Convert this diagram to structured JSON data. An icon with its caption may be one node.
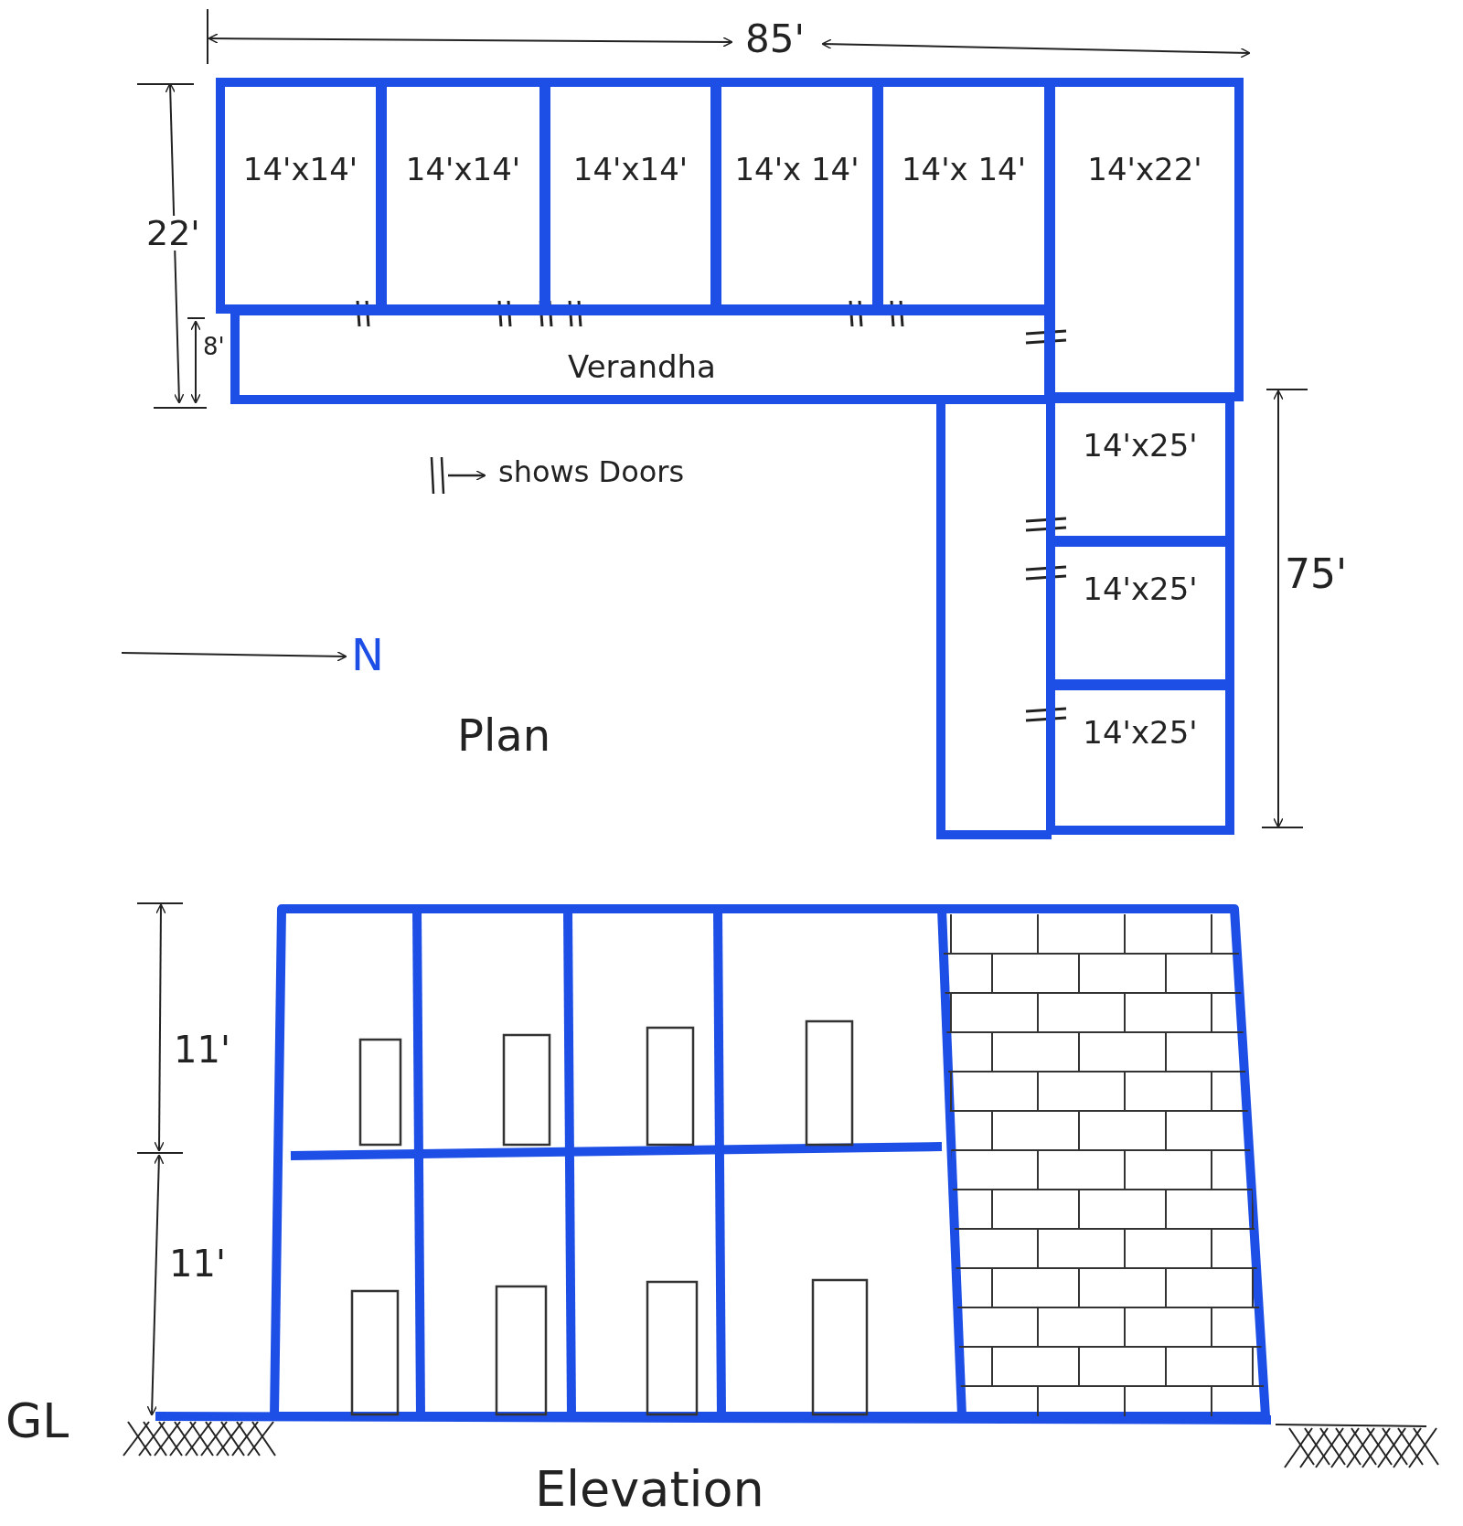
{
  "diagram": {
    "nodes": [
      {
        "text": [
          "14'x14'"
        ]
      },
      {
        "text": [
          "14'x14'"
        ]
      },
      {
        "text": [
          "14'x14'"
        ]
      },
      {
        "text": [
          "14'x 14'"
        ]
      },
      {
        "text": [
          "14'x 14'"
        ]
      },
      {
        "text": [
          "14'x22'"
        ]
      },
      {
        "text": [
          "Verandha"
        ]
      },
      {
        "text": [
          "14'x25'"
        ]
      },
      {
        "text": [
          "14'x25'"
        ]
      },
      {
        "text": [
          "14'x25'"
        ]
      }
    ],
    "edges": [],
    "labels": [
      "85'",
      "22'",
      "8'",
      "75'",
      "N",
      "Plan",
      "11'",
      "11'",
      "GL",
      "Elevation"
    ],
    "legend": [
      {
        "text": "shows Doors"
      }
    ]
  }
}
